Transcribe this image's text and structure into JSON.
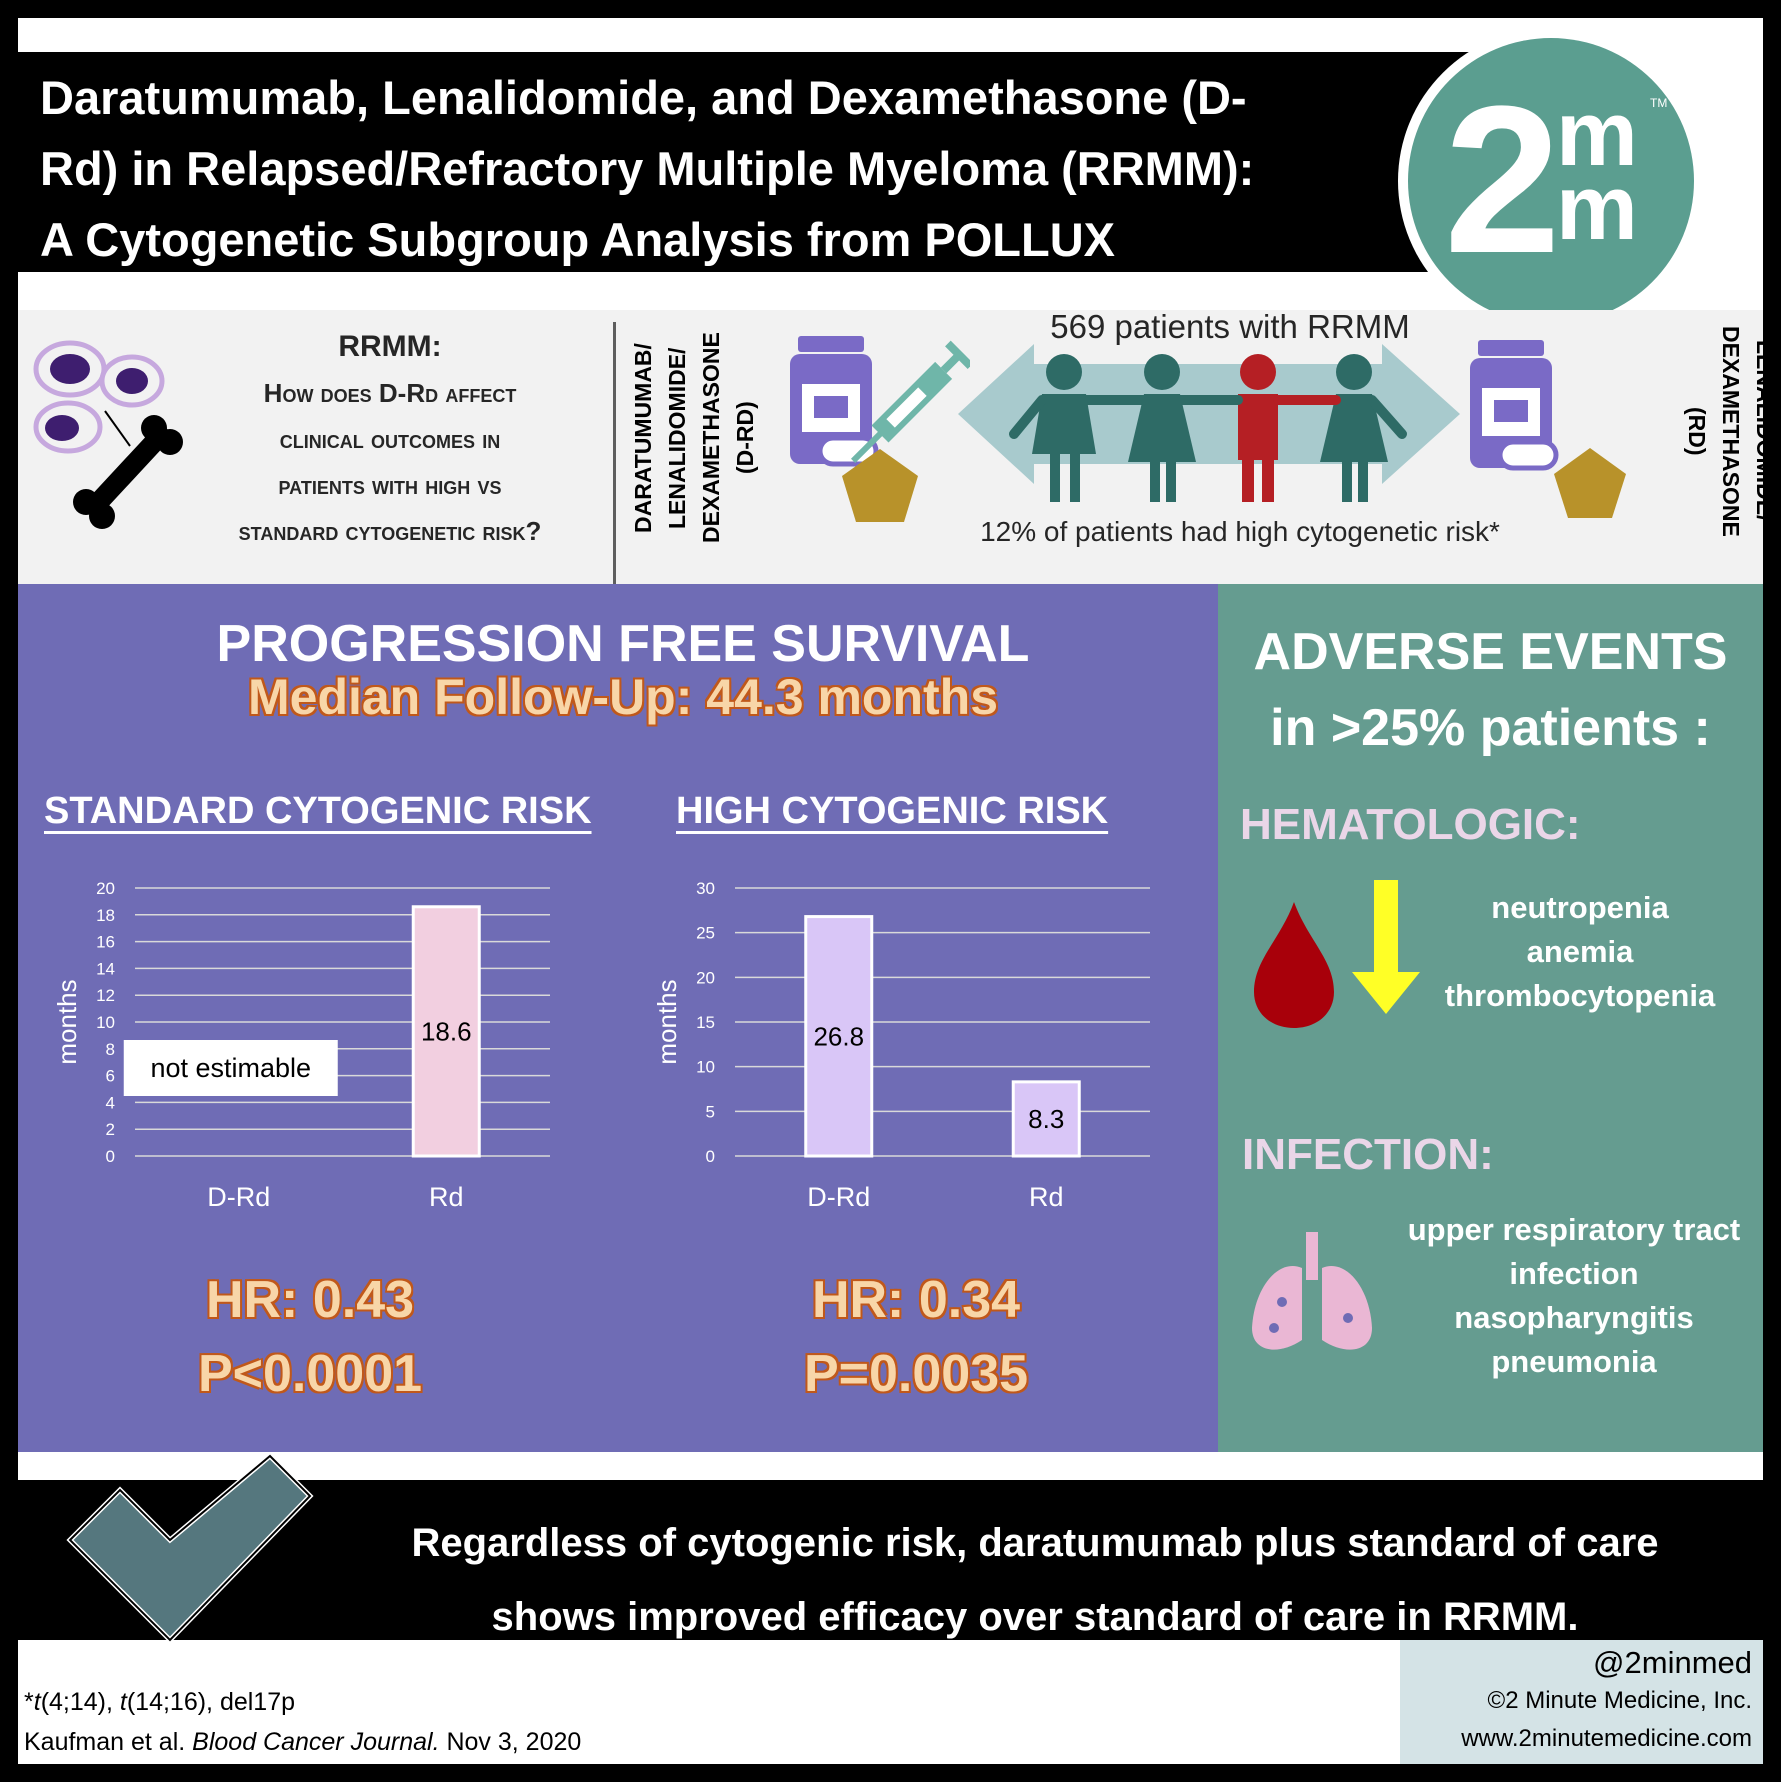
{
  "title": {
    "line1": "Daratumumab, Lenalidomide, and Dexamethasone (D-",
    "line2": "Rd) in Relapsed/Refractory Multiple Myeloma (RRMM):",
    "line3": "A Cytogenetic Subgroup Analysis from POLLUX"
  },
  "logo": {
    "digit": "2",
    "m_top": "m",
    "m_bottom": "m",
    "tm": "TM"
  },
  "question": {
    "label": "RRMM:",
    "lines": [
      "How does D-Rd affect",
      "clinical outcomes in",
      "patients with high vs",
      "standard cytogenetic risk?"
    ]
  },
  "arms": {
    "left": [
      "DARATUMUMAB/",
      "LENALIDOMIDE/",
      "DEXAMETHASONE",
      "(D-RD)"
    ],
    "right": [
      "LENALIDOMIDE/",
      "DEXAMETHASONE",
      "(RD)"
    ]
  },
  "patients_caption": "569 patients with RRMM",
  "risk_caption": "12% of patients had high cytogenetic risk*",
  "pfs": {
    "title": "PROGRESSION FREE SURVIVAL",
    "subtitle": "Median Follow-Up: 44.3 months",
    "standard": {
      "heading": "STANDARD CYTOGENIC RISK",
      "hr": "HR: 0.43",
      "p": "P<0.0001"
    },
    "high": {
      "heading": "HIGH CYTOGENIC RISK",
      "hr": "HR: 0.34",
      "p": "P=0.0035"
    }
  },
  "chart_data": [
    {
      "type": "bar",
      "categories": [
        "D-Rd",
        "Rd"
      ],
      "values": [
        null,
        18.6
      ],
      "data_labels": [
        "not estimable",
        "18.6"
      ],
      "ylabel": "months",
      "ylim": [
        0,
        20
      ],
      "yticks": [
        0,
        2,
        4,
        6,
        8,
        10,
        12,
        14,
        16,
        18,
        20
      ],
      "grid": true,
      "bar_color": "#f2cfe0"
    },
    {
      "type": "bar",
      "categories": [
        "D-Rd",
        "Rd"
      ],
      "values": [
        26.8,
        8.3
      ],
      "data_labels": [
        "26.8",
        "8.3"
      ],
      "ylabel": "months",
      "ylim": [
        0,
        30
      ],
      "yticks": [
        0,
        5,
        10,
        15,
        20,
        25,
        30
      ],
      "grid": true,
      "bar_color": "#d9c6f7"
    }
  ],
  "adverse_events": {
    "title1": "ADVERSE EVENTS",
    "title2": "in >25% patients :",
    "hematologic": {
      "label": "HEMATOLOGIC:",
      "items": [
        "neutropenia",
        "anemia",
        "thrombocytopenia"
      ]
    },
    "infection": {
      "label": "INFECTION:",
      "items": [
        "upper respiratory tract",
        "infection",
        "nasopharyngitis",
        "pneumonia"
      ]
    }
  },
  "conclusion": {
    "line1": "Regardless of cytogenic risk, daratumumab plus standard of care",
    "line2": "shows improved efficacy over standard of care in RRMM."
  },
  "footnote": {
    "asterisk": "*",
    "t1": "t",
    "t1_rest": "(4;14), ",
    "t2": "t",
    "t2_rest": "(14;16), del17p",
    "authors": "Kaufman et al. ",
    "journal": "Blood Cancer Journal.",
    "date": " Nov 3, 2020"
  },
  "footer": {
    "handle": "@2minmed",
    "copyright": "©2 Minute Medicine, Inc.",
    "url": "www.2minutemedicine.com"
  },
  "colors": {
    "pfs_panel": "#6f6cb5",
    "ae_panel": "#659c90",
    "logo": "#5b9e90",
    "stat_text": "#f8d6a8",
    "stat_outline": "#c0581a",
    "person_teal": "#2e6b66",
    "person_red": "#b51f24"
  }
}
